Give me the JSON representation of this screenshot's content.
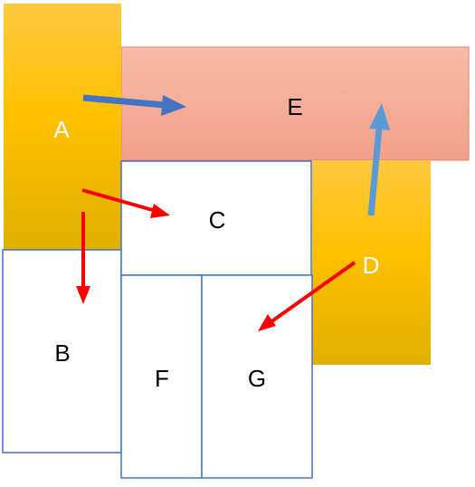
{
  "boxes": {
    "a": {
      "label": "A"
    },
    "b": {
      "label": "B"
    },
    "c": {
      "label": "C"
    },
    "d": {
      "label": "D"
    },
    "e": {
      "label": "E"
    },
    "f": {
      "label": "F"
    },
    "g": {
      "label": "G"
    }
  },
  "colors": {
    "gold_light": "#FFC940",
    "gold_mid": "#FFC000",
    "gold_dark": "#E0B000",
    "salmon_light": "#F7BCA8",
    "salmon_dark": "#F2A08A",
    "salmon_border": "#E8826A",
    "box_border": "#4472C4",
    "arrow_red": "#FF0000",
    "arrow_blue_dark": "#4472C4",
    "arrow_blue_light": "#5B9BD5",
    "label_dark": "#000000",
    "label_light": "#FFFFFF"
  },
  "arrows": [
    {
      "from": "A",
      "to": "E",
      "color": "arrow_blue_dark"
    },
    {
      "from": "A",
      "to": "C",
      "color": "arrow_red"
    },
    {
      "from": "A",
      "to": "B",
      "color": "arrow_red"
    },
    {
      "from": "D",
      "to": "E",
      "color": "arrow_blue_light"
    },
    {
      "from": "D",
      "to": "G",
      "color": "arrow_red"
    }
  ]
}
